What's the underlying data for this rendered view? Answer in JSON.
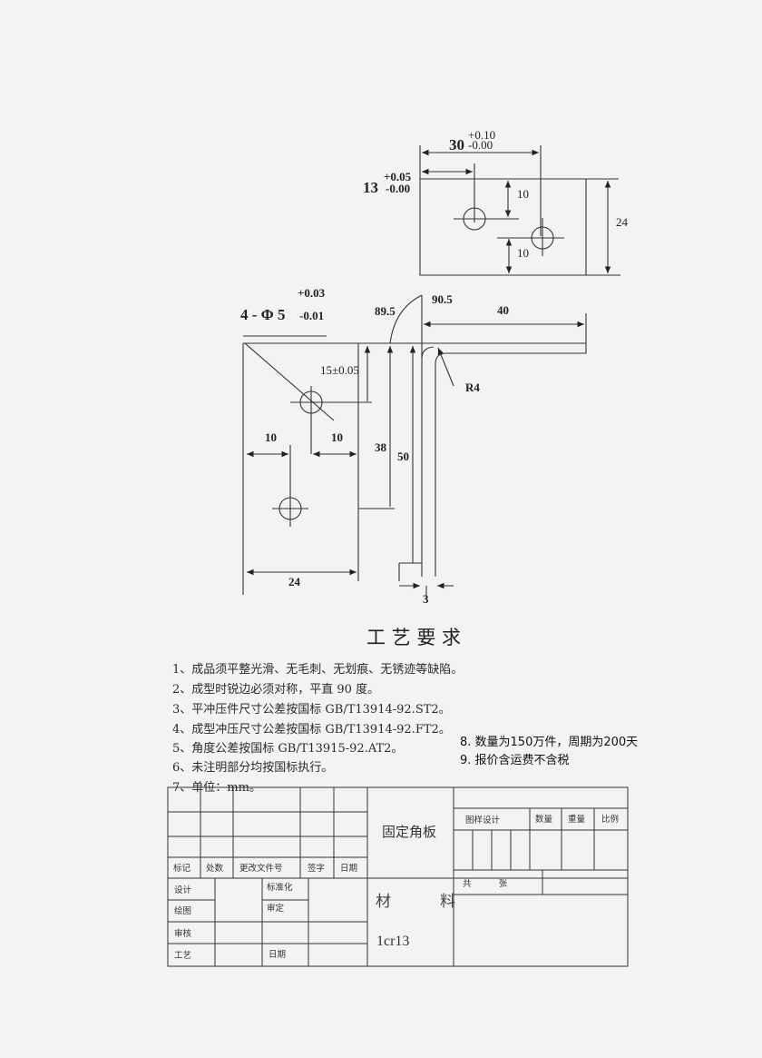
{
  "drawing": {
    "top_view": {
      "dim_30": "30",
      "dim_30_upper": "+0.10",
      "dim_30_lower": "-0.00",
      "dim_13": "13",
      "dim_13_upper": "+0.05",
      "dim_13_lower": "-0.00",
      "dim_10_a": "10",
      "dim_10_b": "10",
      "dim_24": "24"
    },
    "side_view": {
      "hole_spec": "4 - Φ  5",
      "hole_upper": "+0.03",
      "hole_lower": "-0.01",
      "angle_89_5": "89.5",
      "angle_90_5": "90.5",
      "dim_40": "40",
      "radius": "R4",
      "dim_15": "15±0.05",
      "dim_38": "38",
      "dim_50": "50",
      "dim_10_a": "10",
      "dim_10_b": "10",
      "dim_24": "24",
      "dim_3": "3"
    }
  },
  "requirements": {
    "title": "工 艺 要 求",
    "items": [
      "1、成品须平整光滑、无毛刺、无划痕、无锈迹等缺陷。",
      "2、成型时锐边必须对称，平直 90 度。",
      "3、平冲压件尺寸公差按国标 GB/T13914-92.ST2。",
      "4、成型冲压尺寸公差按国标 GB/T13914-92.FT2。",
      "5、角度公差按国标 GB/T13915-92.AT2。",
      "6、未注明部分均按国标执行。",
      "7、单位：mm。"
    ],
    "notes": [
      "8. 数量为150万件，周期为200天",
      "9. 报价含运费不含税"
    ]
  },
  "title_block": {
    "headers": [
      "标记",
      "处数",
      "更改文件号",
      "签字",
      "日期"
    ],
    "roles": [
      "设计",
      "绘图",
      "审核",
      "工艺"
    ],
    "roles2": [
      "标准化",
      "审定",
      "日期"
    ],
    "part_name": "固定角板",
    "material_label": "材          料",
    "material": "1cr13",
    "right_headers": [
      "图样设计",
      "数量",
      "重量",
      "比例"
    ],
    "sheets": "共          张"
  }
}
